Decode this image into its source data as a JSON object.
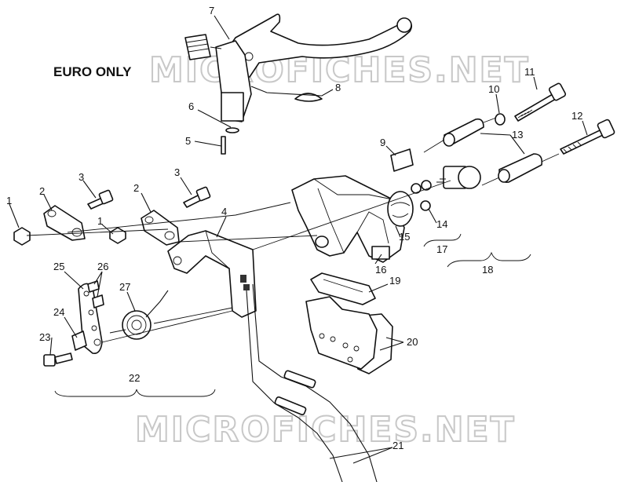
{
  "diagram": {
    "region_label": "EURO ONLY",
    "watermark": "MICROFICHES.NET",
    "callouts": [
      {
        "id": "c1a",
        "text": "1"
      },
      {
        "id": "c1b",
        "text": "1"
      },
      {
        "id": "c2a",
        "text": "2"
      },
      {
        "id": "c2b",
        "text": "2"
      },
      {
        "id": "c3a",
        "text": "3"
      },
      {
        "id": "c3b",
        "text": "3"
      },
      {
        "id": "c4",
        "text": "4"
      },
      {
        "id": "c5",
        "text": "5"
      },
      {
        "id": "c6",
        "text": "6"
      },
      {
        "id": "c7",
        "text": "7"
      },
      {
        "id": "c8",
        "text": "8"
      },
      {
        "id": "c9",
        "text": "9"
      },
      {
        "id": "c10",
        "text": "10"
      },
      {
        "id": "c11",
        "text": "11"
      },
      {
        "id": "c12",
        "text": "12"
      },
      {
        "id": "c13",
        "text": "13"
      },
      {
        "id": "c14",
        "text": "14"
      },
      {
        "id": "c15",
        "text": "15"
      },
      {
        "id": "c16",
        "text": "16"
      },
      {
        "id": "c17",
        "text": "17"
      },
      {
        "id": "c18",
        "text": "18"
      },
      {
        "id": "c19",
        "text": "19"
      },
      {
        "id": "c20",
        "text": "20"
      },
      {
        "id": "c21",
        "text": "21"
      },
      {
        "id": "c22",
        "text": "22"
      },
      {
        "id": "c23",
        "text": "23"
      },
      {
        "id": "c24",
        "text": "24"
      },
      {
        "id": "c25",
        "text": "25"
      },
      {
        "id": "c26",
        "text": "26"
      },
      {
        "id": "c27",
        "text": "27"
      }
    ]
  }
}
